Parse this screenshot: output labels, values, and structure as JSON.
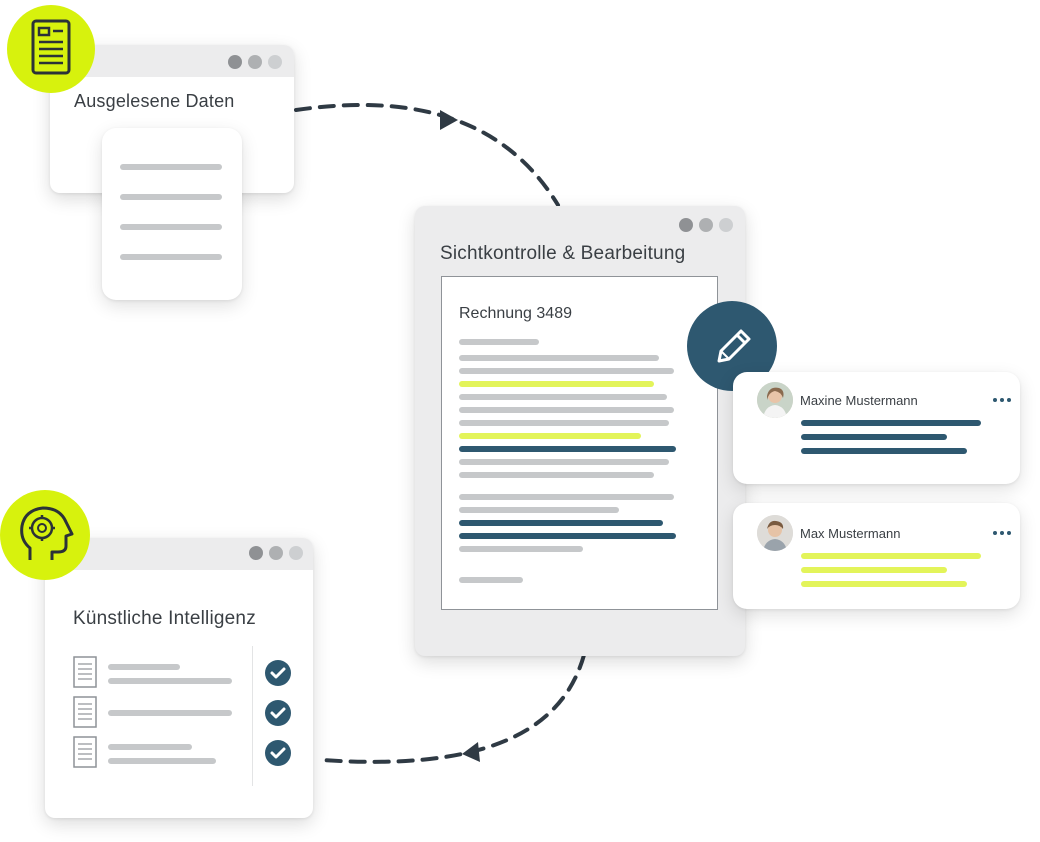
{
  "extracted_data": {
    "title": "Ausgelesene Daten",
    "icon": "document-list-icon"
  },
  "review": {
    "title": "Sichtkontrolle & Bearbeitung",
    "document_title": "Rechnung 3489",
    "edit_icon": "pencil-icon"
  },
  "comments": [
    {
      "name": "Maxine Mustermann",
      "accent": "#2e5870"
    },
    {
      "name": "Max Mustermann",
      "accent": "#e3f45a"
    }
  ],
  "ai": {
    "title": "Künstliche Intelligenz",
    "icon": "ai-brain-head-icon",
    "check_icon": "checkmark-icon"
  },
  "colors": {
    "accent_lime": "#d7f20d",
    "accent_blue": "#2e5870",
    "text_gray": "#c6c8ca"
  }
}
